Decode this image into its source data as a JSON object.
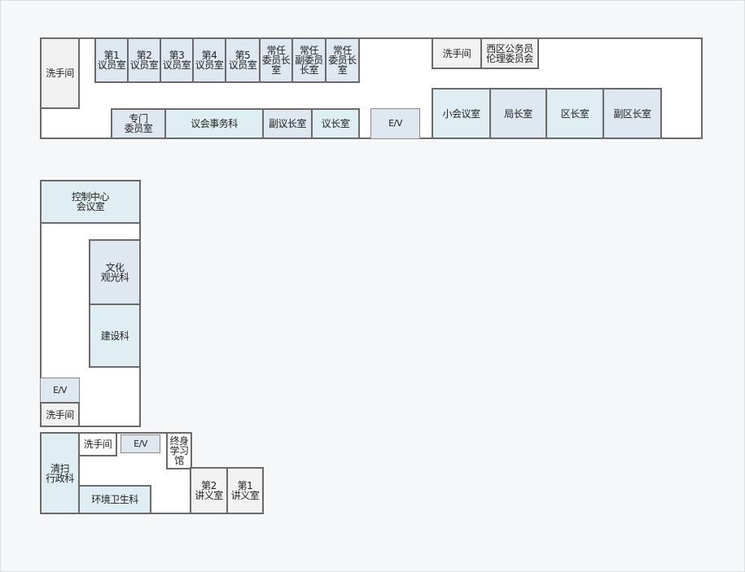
{
  "colors": {
    "background": "#f6f7f9",
    "wall": "#6a6a6a",
    "room_blue": "#dfeef2",
    "room_lavender": "#dfe7f0",
    "room_gray": "#f2f2f2"
  },
  "top_wing": {
    "restroom_left": "洗手间",
    "council_rooms": [
      "第1\n议员室",
      "第2\n议员室",
      "第3\n议员室",
      "第4\n议员室",
      "第5\n议员室"
    ],
    "standing_rooms": [
      "常任\n委员长\n室",
      "常任\n副委员\n长室",
      "常任\n委员长\n室"
    ],
    "special_committee": "专门\n委员室",
    "council_affairs": "议会事务科",
    "vice_chair": "副议长室",
    "chair": "议长室",
    "ev": "E/V",
    "restroom_right": "洗手间",
    "ethics_committee": "西区公务员\n伦理委员会",
    "small_meeting": "小会议室",
    "bureau_chief": "局长室",
    "district_head": "区长室",
    "vice_district_head": "副区长室"
  },
  "middle_wing": {
    "control_center": "控制中心\n会议室",
    "culture_tourism": "文化\n观光科",
    "construction": "建设科",
    "ev": "E/V",
    "restroom": "洗手间"
  },
  "bottom_wing": {
    "cleaning": "清扫\n行政科",
    "restroom": "洗手间",
    "ev": "E/V",
    "lifelong_learning": "终身\n学习\n馆",
    "environment": "环境卫生科",
    "lecture_2": "第2\n讲义室",
    "lecture_1": "第1\n讲义室"
  }
}
